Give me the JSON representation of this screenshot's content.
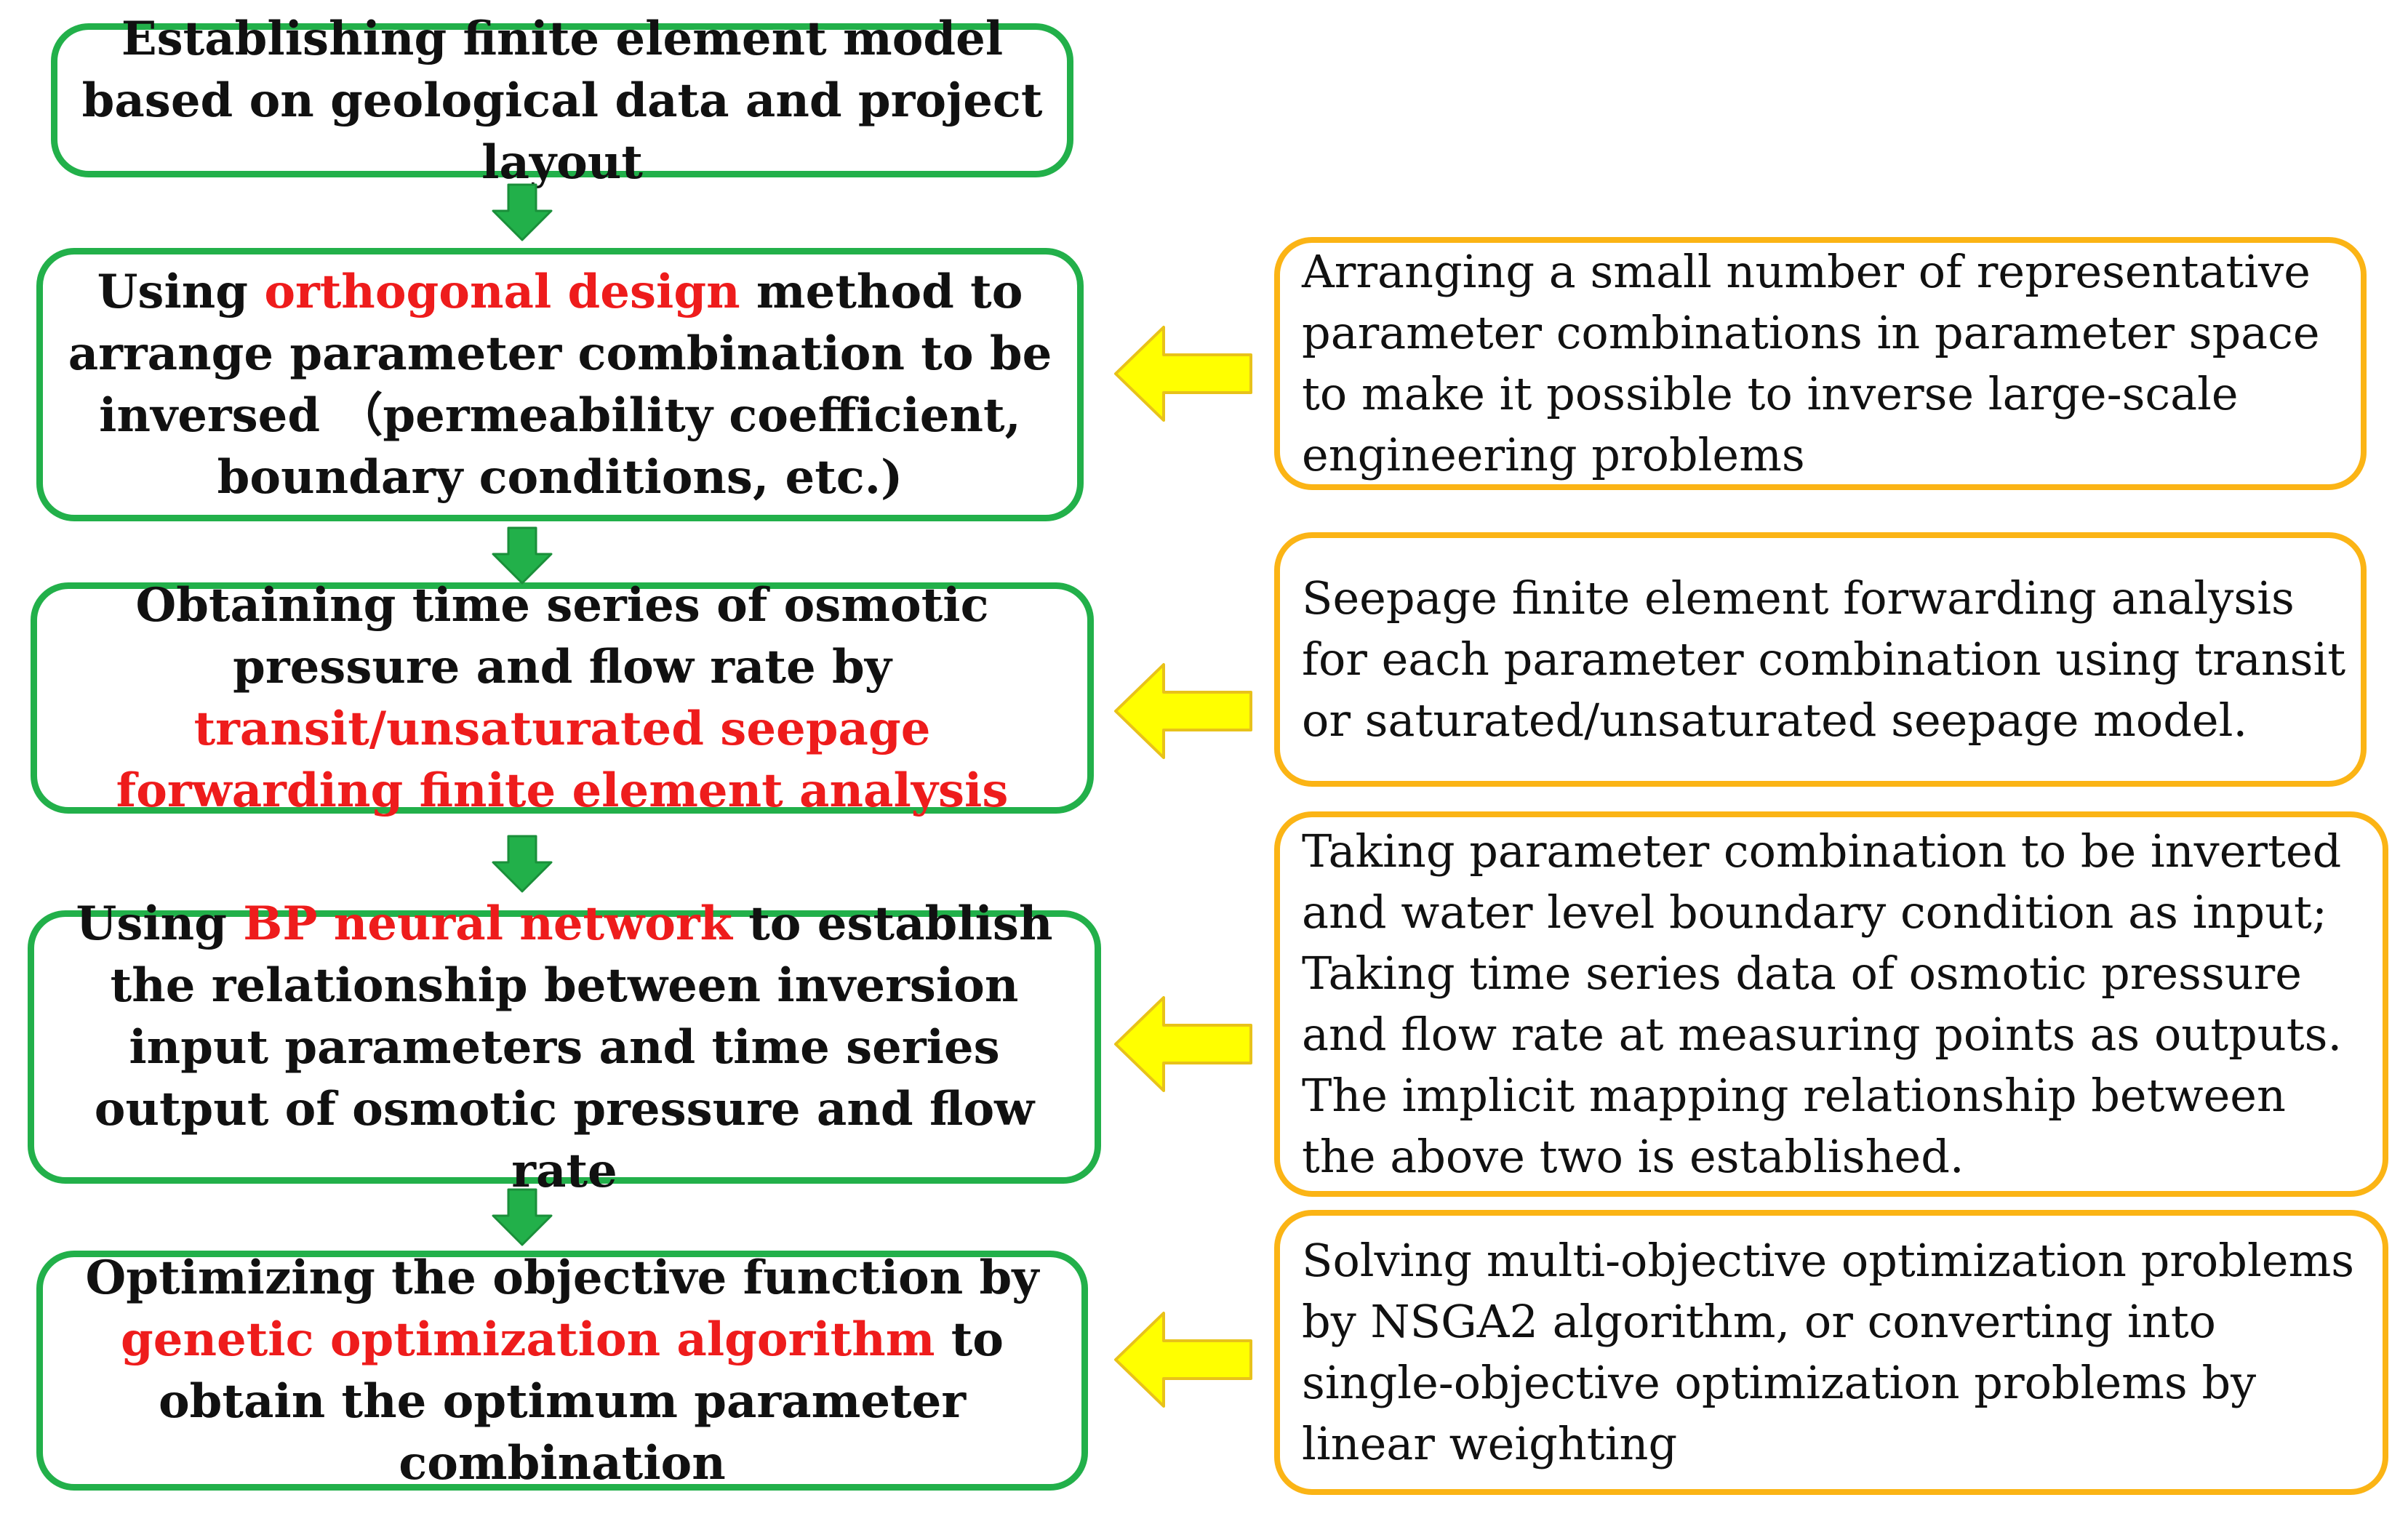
{
  "steps": [
    {
      "parts": [
        {
          "text": "Establishing finite element model based on geological data and project layout",
          "highlight": false
        }
      ]
    },
    {
      "parts": [
        {
          "text": "Using ",
          "highlight": false
        },
        {
          "text": "orthogonal design",
          "highlight": true
        },
        {
          "text": " method to arrange parameter combination to be inversed （permeability coefficient, boundary conditions, etc.)",
          "highlight": false
        }
      ]
    },
    {
      "parts": [
        {
          "text": "Obtaining time series of osmotic pressure and flow rate by ",
          "highlight": false
        },
        {
          "text": "transit/unsaturated seepage forwarding finite element analysis",
          "highlight": true
        }
      ]
    },
    {
      "parts": [
        {
          "text": "Using ",
          "highlight": false
        },
        {
          "text": "BP neural network",
          "highlight": true
        },
        {
          "text": " to establish the relationship between inversion input parameters and time series output of osmotic pressure and flow rate",
          "highlight": false
        }
      ]
    },
    {
      "parts": [
        {
          "text": "Optimizing the objective function by ",
          "highlight": false
        },
        {
          "text": "genetic optimization algorithm",
          "highlight": true
        },
        {
          "text": " to obtain the optimum parameter combination",
          "highlight": false
        }
      ]
    }
  ],
  "notes": [
    "Arranging a small number of representative parameter combinations in parameter space to make it possible to inverse large-scale engineering problems",
    "Seepage finite element forwarding analysis for each parameter combination using transit or saturated/unsaturated seepage model.",
    "Taking parameter combination to be inverted and water level boundary condition as input; Taking time series data of osmotic pressure and flow rate at measuring points as outputs. The implicit mapping relationship between the above two is established.",
    "Solving multi-objective optimization problems by NSGA2 algorithm, or converting into single-objective optimization problems by linear weighting"
  ],
  "colors": {
    "step_border": "#22b04a",
    "note_border": "#fbb415",
    "highlight_text": "#ee1c1c",
    "down_arrow": "#22b04a",
    "down_arrow_outline": "#1a8f3a",
    "left_arrow": "#ffff00",
    "left_arrow_outline": "#e8c21a"
  }
}
